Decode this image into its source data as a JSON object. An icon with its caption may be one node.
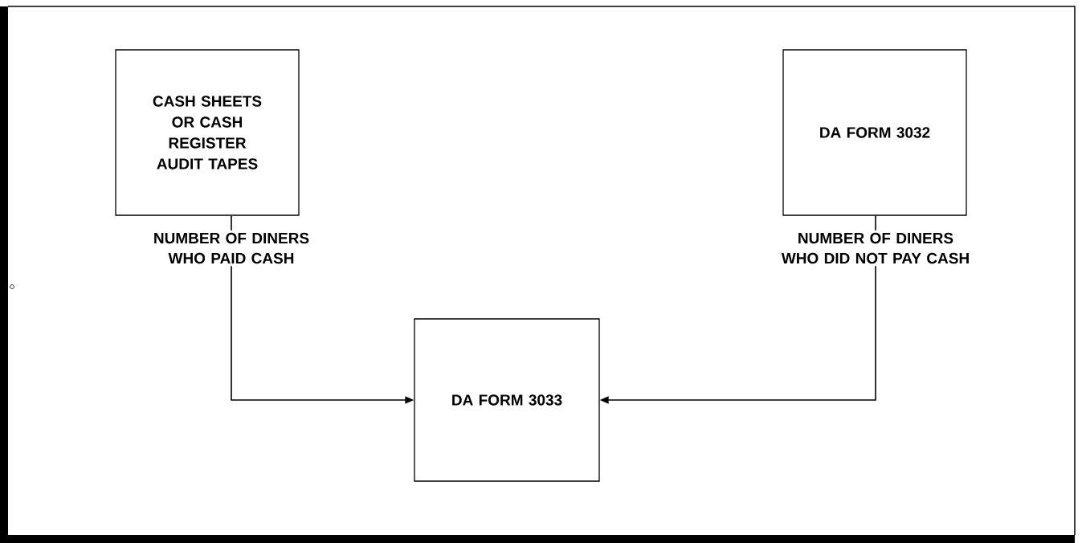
{
  "diagram": {
    "nodes": [
      {
        "text": [
          "CASH SHEETS OR CASH REGISTER AUDIT TAPES"
        ]
      },
      {
        "text": [
          "DA FORM 3032"
        ]
      },
      {
        "text": [
          "DA FORM 3033"
        ]
      }
    ],
    "edges": [
      {
        "from": 0,
        "to": 2,
        "arrow": "to",
        "label": "NUMBER OF DINERS WHO PAID CASH"
      },
      {
        "from": 1,
        "to": 2,
        "arrow": "to",
        "label": "NUMBER OF DINERS WHO DID NOT PAY CASH"
      }
    ]
  }
}
